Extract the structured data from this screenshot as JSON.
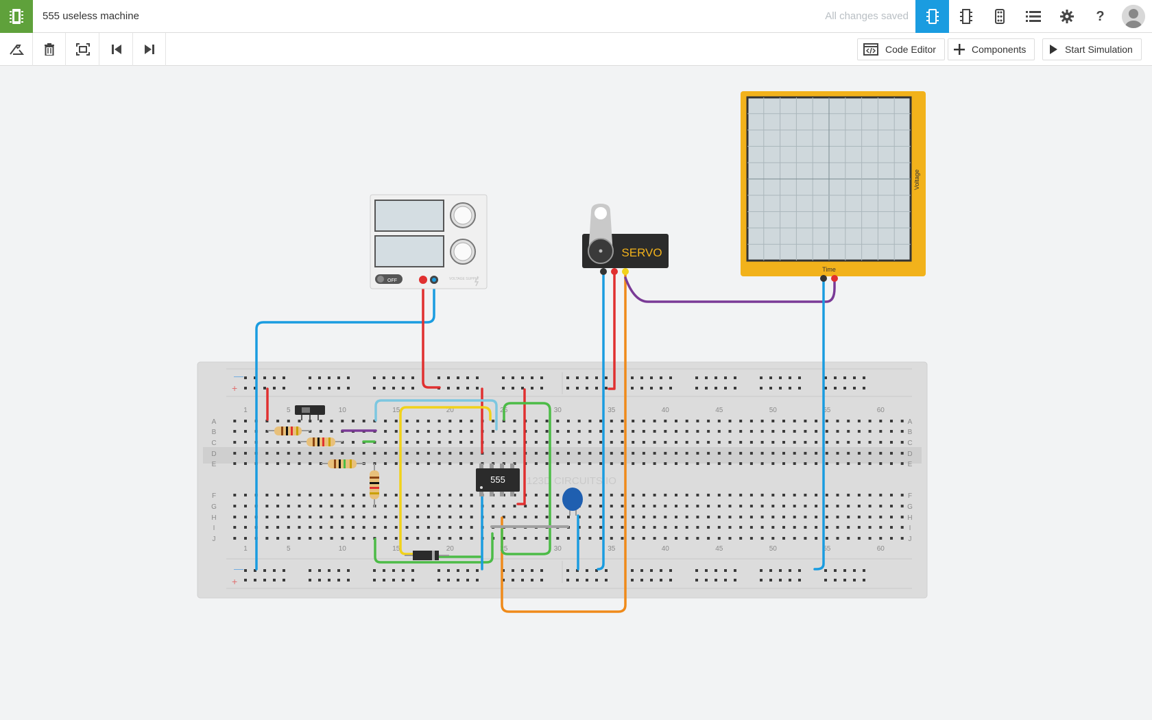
{
  "header": {
    "title": "555 useless machine",
    "status": "All changes saved",
    "icons": [
      "circuit-view-icon",
      "schematic-view-icon",
      "pcb-view-icon",
      "component-list-icon",
      "settings-gear-icon",
      "help-icon",
      "user-avatar"
    ]
  },
  "toolbar": {
    "tools": [
      "rotate-icon",
      "trash-icon",
      "fit-view-icon",
      "step-back-icon",
      "step-forward-icon"
    ],
    "code_editor_label": "Code Editor",
    "components_label": "Components",
    "start_simulation_label": "Start Simulation"
  },
  "canvas": {
    "power_supply": {
      "off_label": "OFF",
      "caption": "VOLTAGE SUPPLY"
    },
    "servo": {
      "label": "SERVO"
    },
    "oscilloscope": {
      "time_label": "Time",
      "voltage_label": "Voltage"
    },
    "chip": {
      "label": "555"
    },
    "watermark": "123D CIRCUITS.IO",
    "breadboard": {
      "column_numbers": [
        "1",
        "5",
        "10",
        "15",
        "20",
        "25",
        "30",
        "35",
        "40",
        "45",
        "50",
        "55",
        "60"
      ],
      "rows_top": [
        "A",
        "B",
        "C",
        "D",
        "E"
      ],
      "rows_bottom": [
        "F",
        "G",
        "H",
        "I",
        "J"
      ],
      "rail_minus": "—",
      "rail_plus": "+"
    }
  },
  "colors": {
    "brand_green": "#5fa13b",
    "active_blue": "#1a9ce0",
    "wire_red": "#e03030",
    "wire_blue": "#1a9ce0",
    "wire_yellow": "#f1d21a",
    "wire_green": "#4cbb47",
    "wire_orange": "#ef8a1a",
    "wire_purple": "#7a3a96",
    "wire_cyan": "#7cc7e0",
    "scope_frame": "#f2b21b"
  }
}
